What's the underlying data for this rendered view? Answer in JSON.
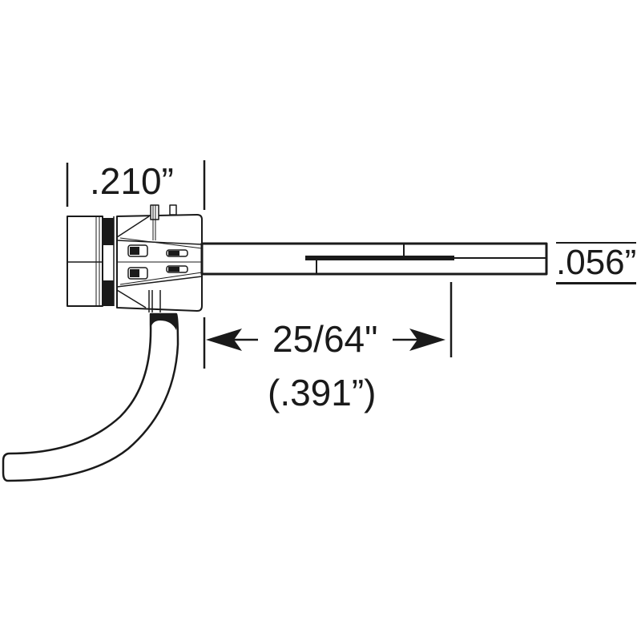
{
  "diagram": {
    "subject": "coupler with shank and trip pin",
    "background": "#ffffff",
    "line_color": "#1a1a1a",
    "dimensions": {
      "head_width": ".210”",
      "shank_thickness": ".056”",
      "shank_length_fraction": "25/64\"",
      "shank_length_decimal": "(.391”)"
    }
  }
}
